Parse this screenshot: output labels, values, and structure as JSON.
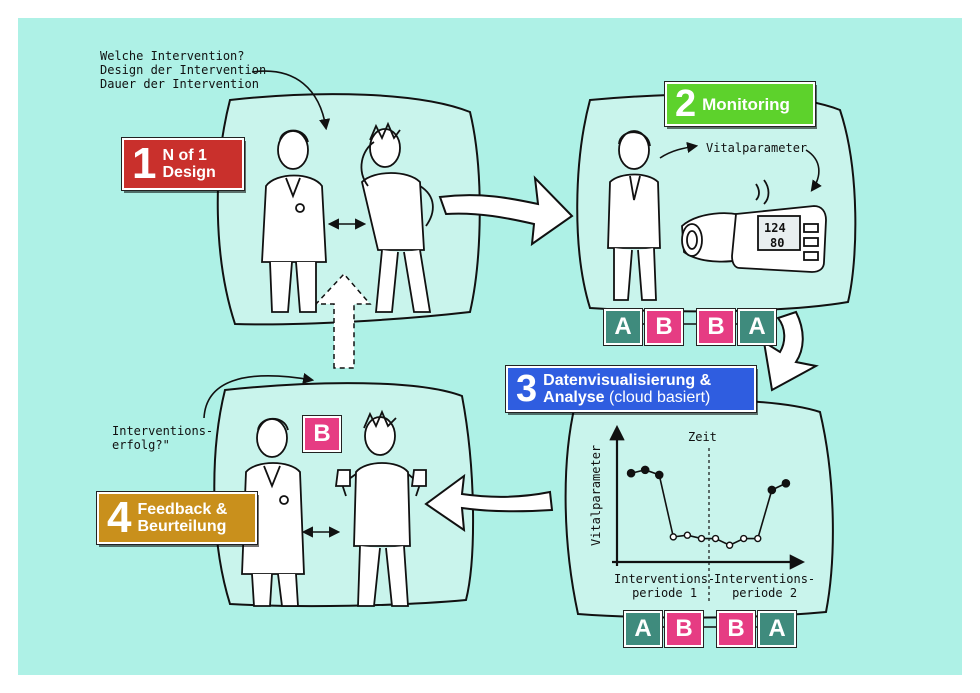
{
  "colors": {
    "background": "#aef1e6",
    "panel": "#c9f4ec",
    "step1": "#c9302c",
    "step2": "#5dd22c",
    "step3": "#2f5de0",
    "step4": "#c9901c",
    "tagA": "#3f8b7d",
    "tagB": "#e63c83"
  },
  "step1": {
    "number": "1",
    "line1": "N of 1",
    "line2": "Design"
  },
  "step2": {
    "number": "2",
    "title": "Monitoring"
  },
  "step3": {
    "number": "3",
    "line1": "Datenvisualisierung &",
    "line2": "Analyse",
    "note": "(cloud basiert)"
  },
  "step4": {
    "number": "4",
    "line1": "Feedback &",
    "line2": "Beurteilung"
  },
  "notes": {
    "intervention_questions": "Welche Intervention?\nDesign der Intervention\nDauer der Intervention",
    "vital": "Vitalparameter",
    "success": "Interventions-\nerfolg?\""
  },
  "device": {
    "reading1": "124",
    "reading2": "80"
  },
  "tags": {
    "monitoring": [
      "A",
      "B",
      "B",
      "A"
    ],
    "analysis": [
      "A",
      "B",
      "B",
      "A"
    ],
    "feedback": "B"
  },
  "chart_data": {
    "type": "line",
    "title": "",
    "xlabel": "Zeit",
    "ylabel": "Vitalparameter",
    "periods": [
      "Interventions-\nperiode 1",
      "Interventions-\nperiode 2"
    ],
    "x": [
      1,
      2,
      3,
      4,
      5,
      6,
      7,
      8,
      9,
      10,
      11,
      12
    ],
    "values": [
      5.3,
      5.5,
      5.2,
      1.5,
      1.6,
      1.4,
      1.4,
      1.0,
      1.4,
      1.4,
      4.3,
      4.7
    ],
    "markers": [
      "filled",
      "filled",
      "filled",
      "open",
      "open",
      "open",
      "open",
      "open",
      "open",
      "open",
      "filled",
      "filled"
    ],
    "ylim": [
      0,
      8
    ],
    "xlim": [
      0,
      13
    ]
  }
}
